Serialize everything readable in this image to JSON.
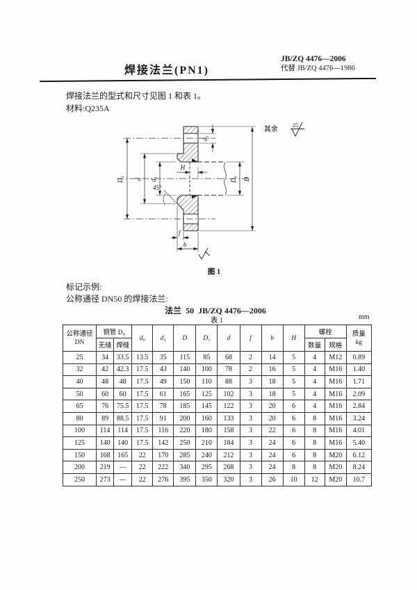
{
  "page": {
    "title": "焊接法兰(PN1)",
    "std_current": "JB/ZQ 4476—2006",
    "std_replaces": "代替 JB/ZQ 4476—1986",
    "intro": "焊接法兰的型式和尺寸见图 1 和表 1。",
    "material": "材料:Q235A",
    "mark_example_heading": "标记示例:",
    "mark_example_desc": "公称通径 DN50 的焊接法兰:",
    "mark_example_code": "法兰  50  JB/ZQ 4476—2006",
    "table_caption": "表 1",
    "unit": "mm"
  },
  "figure": {
    "caption": "图 1",
    "surface_note": "其余",
    "surface_roughness": "25",
    "labels": {
      "D1": "D₁",
      "d": "d",
      "d1": "d₁",
      "H": "H",
      "angle": "45°",
      "d0": "d₀",
      "D0": "D₀",
      "D": "D",
      "f": "f",
      "b": "b"
    }
  },
  "table": {
    "headers": {
      "dn_line1": "公称通径",
      "dn_line2": "DN",
      "pipe": "钢管 D₀",
      "seamless": "无缝",
      "welded": "焊缝",
      "d0": "d₀",
      "d1": "d₁",
      "D": "D",
      "D1": "D₁",
      "d": "d",
      "f": "f",
      "b": "b",
      "H": "H",
      "bolt": "螺栓",
      "bolt_qty": "数量",
      "bolt_spec": "规格",
      "mass_line1": "质量",
      "mass_line2": "kg"
    },
    "rows": [
      [
        "25",
        "34",
        "33.5",
        "13.5",
        "35",
        "115",
        "85",
        "68",
        "2",
        "14",
        "5",
        "4",
        "M12",
        "0.89"
      ],
      [
        "32",
        "42",
        "42.3",
        "17.5",
        "43",
        "140",
        "100",
        "78",
        "2",
        "16",
        "5",
        "4",
        "M16",
        "1.40"
      ],
      [
        "40",
        "48",
        "48",
        "17.5",
        "49",
        "150",
        "110",
        "88",
        "3",
        "18",
        "5",
        "4",
        "M16",
        "1.71"
      ],
      [
        "50",
        "60",
        "60",
        "17.5",
        "61",
        "165",
        "125",
        "102",
        "3",
        "18",
        "5",
        "4",
        "M16",
        "2.09"
      ],
      [
        "65",
        "76",
        "75.5",
        "17.5",
        "78",
        "185",
        "145",
        "122",
        "3",
        "20",
        "6",
        "4",
        "M16",
        "2.84"
      ],
      [
        "80",
        "89",
        "88.5",
        "17.5",
        "91",
        "200",
        "160",
        "133",
        "3",
        "20",
        "6",
        "8",
        "M16",
        "3.24"
      ],
      [
        "100",
        "114",
        "114",
        "17.5",
        "116",
        "220",
        "180",
        "158",
        "3",
        "22",
        "6",
        "8",
        "M16",
        "4.01"
      ],
      [
        "125",
        "140",
        "140",
        "17.5",
        "142",
        "250",
        "210",
        "184",
        "3",
        "24",
        "6",
        "8",
        "M16",
        "5.40"
      ],
      [
        "150",
        "168",
        "165",
        "22",
        "170",
        "285",
        "240",
        "212",
        "3",
        "24",
        "6",
        "8",
        "M20",
        "6.12"
      ],
      [
        "200",
        "219",
        "—",
        "22",
        "222",
        "340",
        "295",
        "268",
        "3",
        "24",
        "8",
        "8",
        "M20",
        "8.24"
      ],
      [
        "250",
        "273",
        "—",
        "22",
        "276",
        "395",
        "350",
        "320",
        "3",
        "26",
        "10",
        "12",
        "M20",
        "10.7"
      ]
    ]
  }
}
